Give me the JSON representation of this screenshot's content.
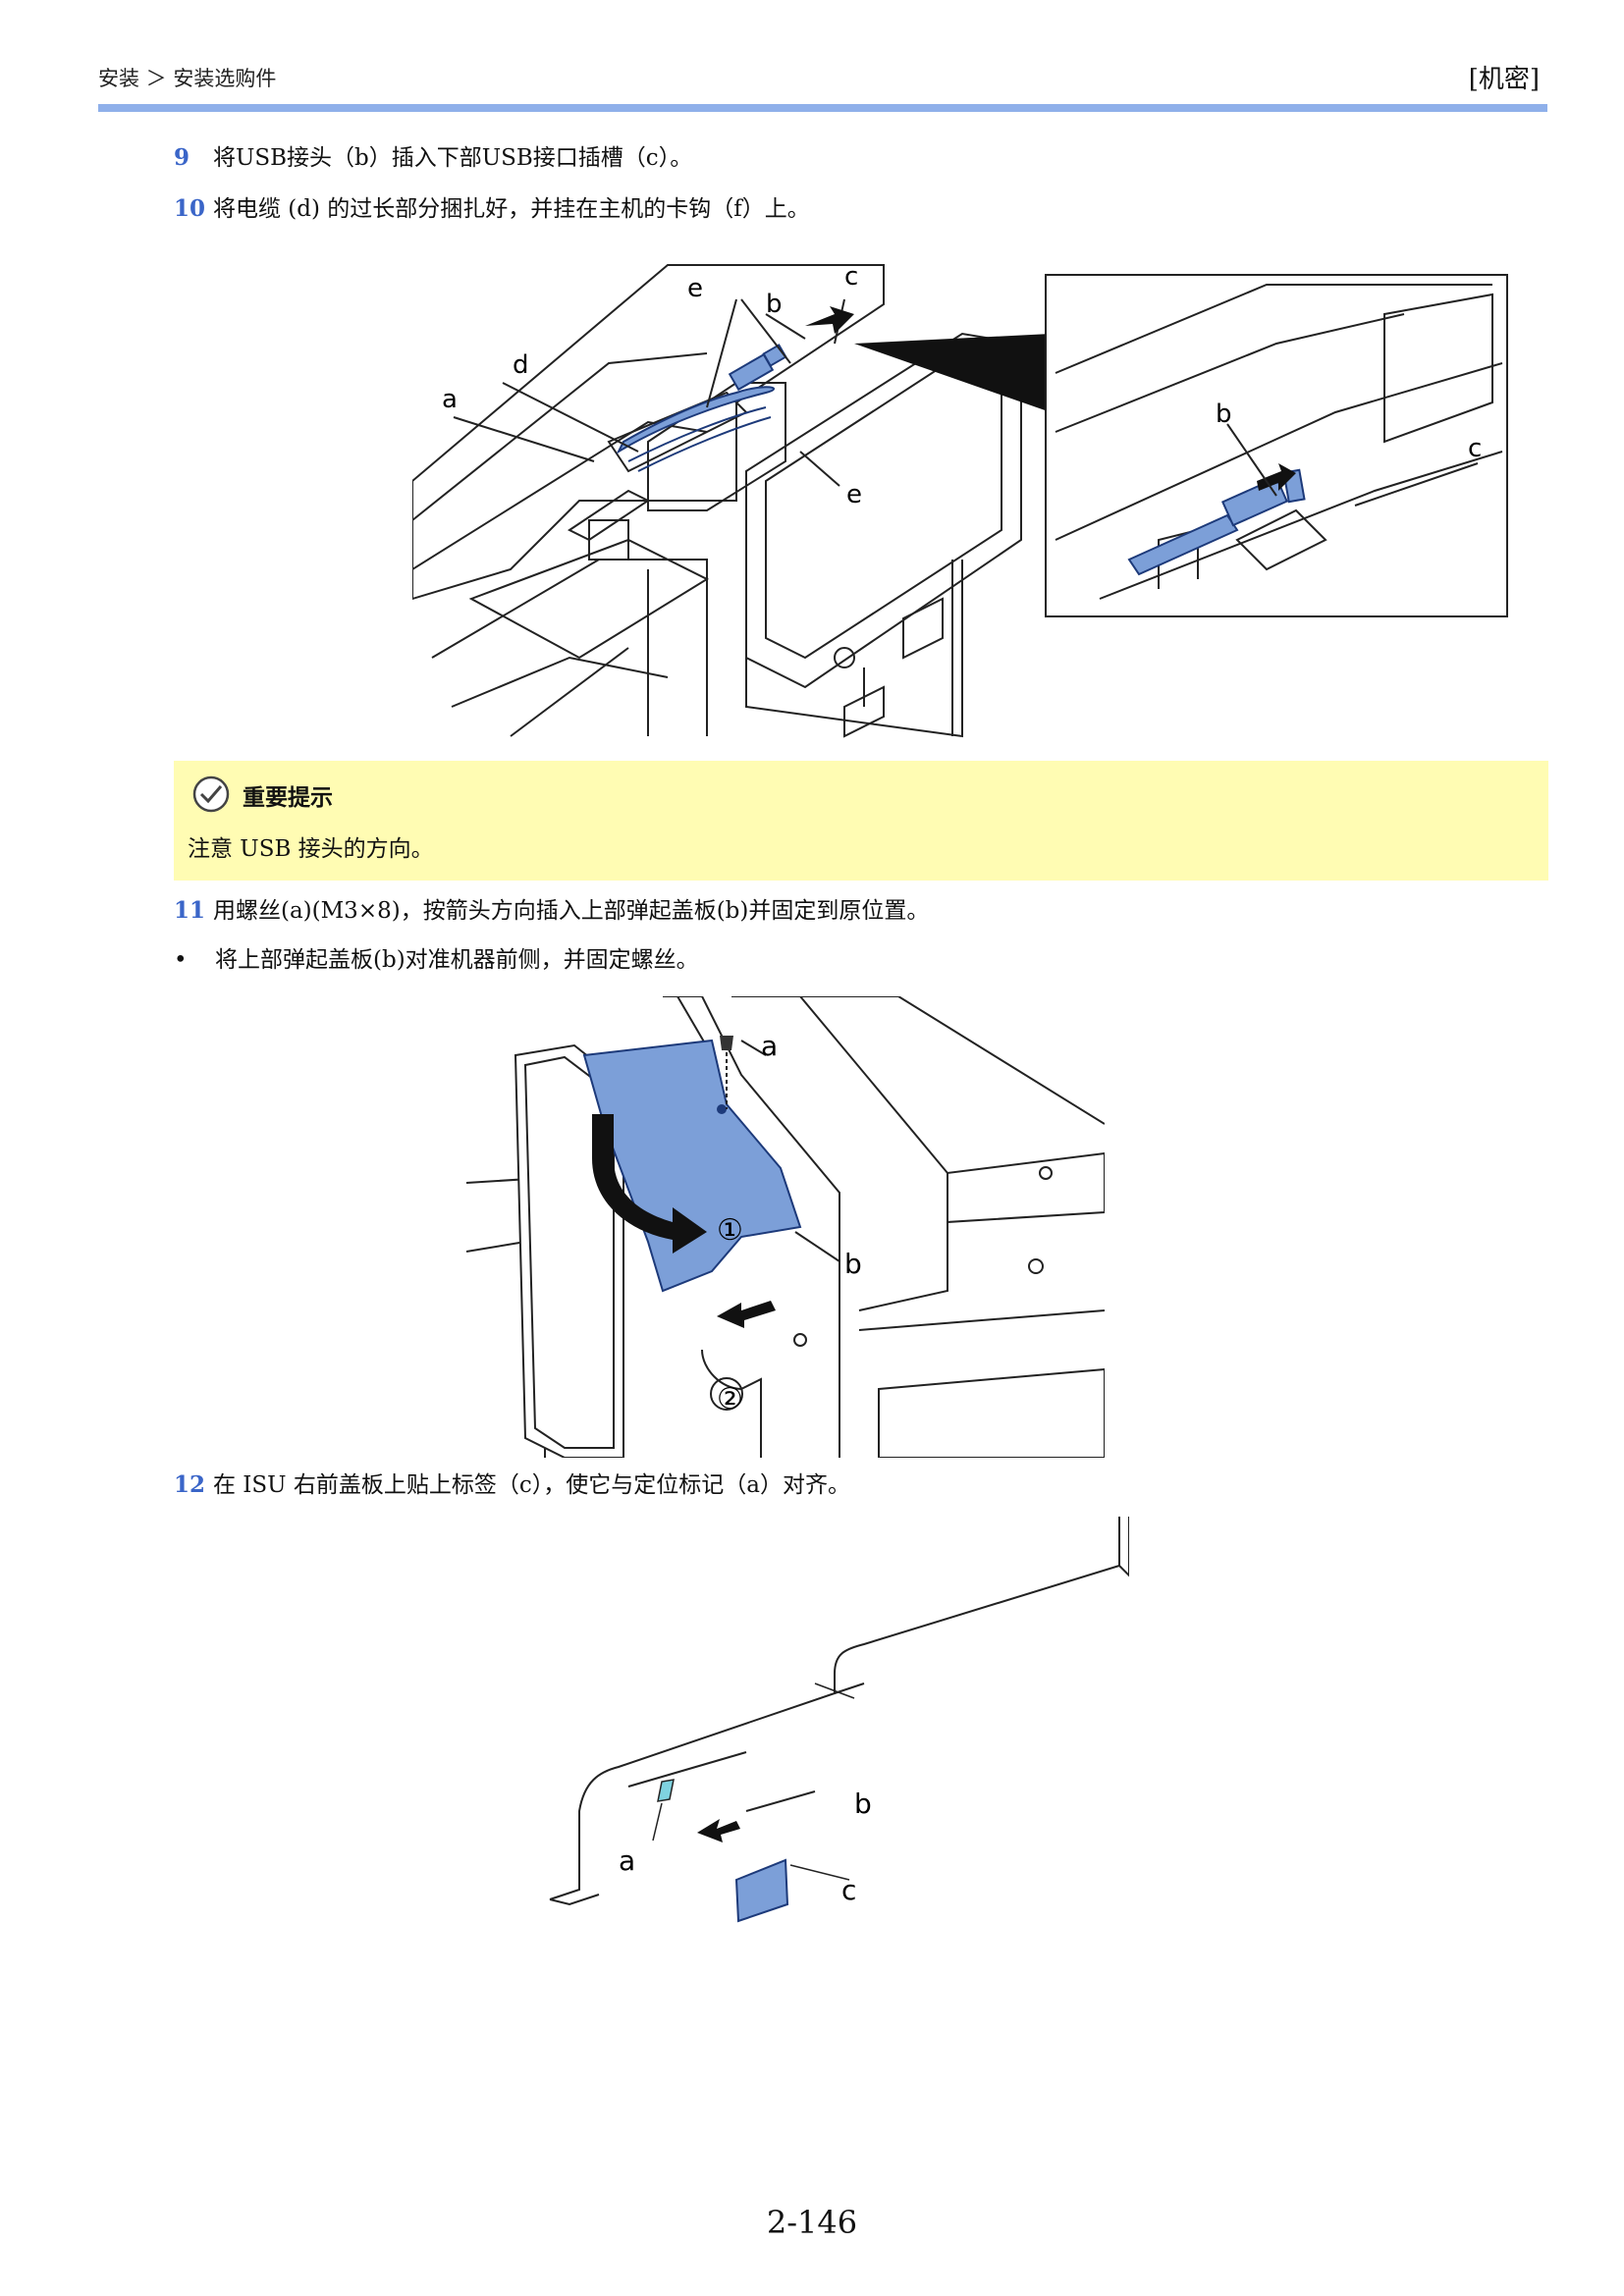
{
  "header": {
    "breadcrumb": "安装 ＞ 安装选购件",
    "confidential": "[机密]"
  },
  "steps": [
    {
      "num": "9",
      "text": "将USB接头（b）插入下部USB接口插槽（c）。"
    },
    {
      "num": "10",
      "text": "将电缆 (d) 的过长部分捆扎好，并挂在主机的卡钩（f）上。"
    },
    {
      "num": "11",
      "text": "用螺丝(a)(M3×8)，按箭头方向插入上部弹起盖板(b)并固定到原位置。"
    },
    {
      "num": "12",
      "text": "在 ISU 右前盖板上贴上标签（c），使它与定位标记（a）对齐。"
    }
  ],
  "bullet": {
    "symbol": "•",
    "text": "将上部弹起盖板(b)对准机器前侧，并固定螺丝。"
  },
  "note": {
    "title": "重要提示",
    "text": "注意 USB 接头的方向。"
  },
  "figure1": {
    "labels": {
      "a": "a",
      "b": "b",
      "c": "c",
      "d": "d",
      "e": "e"
    }
  },
  "figure2": {
    "labels": {
      "a": "a",
      "b": "b",
      "step1": "①",
      "step2": "②"
    }
  },
  "figure3": {
    "labels": {
      "a": "a",
      "b": "b",
      "c": "c"
    }
  },
  "colors": {
    "accent_blue": "#3a65c8",
    "rule_blue": "#8fb0ea",
    "note_bg": "#fffcb3",
    "part_blue": "#7c9fd8"
  },
  "page_number": "2-146"
}
